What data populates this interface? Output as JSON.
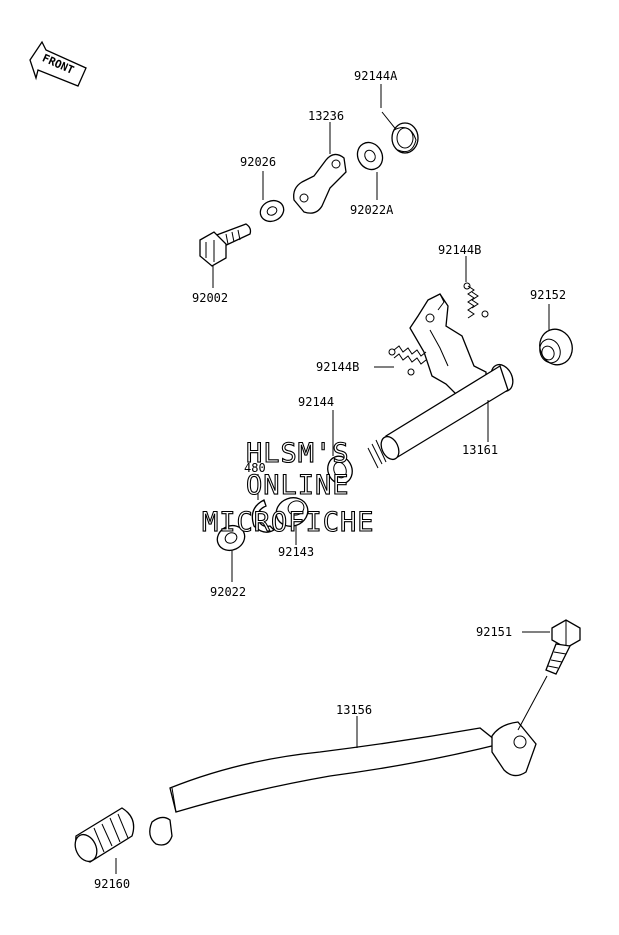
{
  "front_arrow": {
    "text": "FRONT"
  },
  "watermark": {
    "line1": "HLSM'S",
    "line2": "ONLINE",
    "line3": "MICROFICHE"
  },
  "parts": {
    "p92144A": "92144A",
    "p13236": "13236",
    "p92026": "92026",
    "p92022A": "92022A",
    "p92002": "92002",
    "p92144B_top": "92144B",
    "p92152": "92152",
    "p92144B_mid": "92144B",
    "p92144": "92144",
    "p13161": "13161",
    "p480": "480",
    "p92143": "92143",
    "p92022": "92022",
    "p92151": "92151",
    "p13156": "13156",
    "p92160": "92160"
  }
}
